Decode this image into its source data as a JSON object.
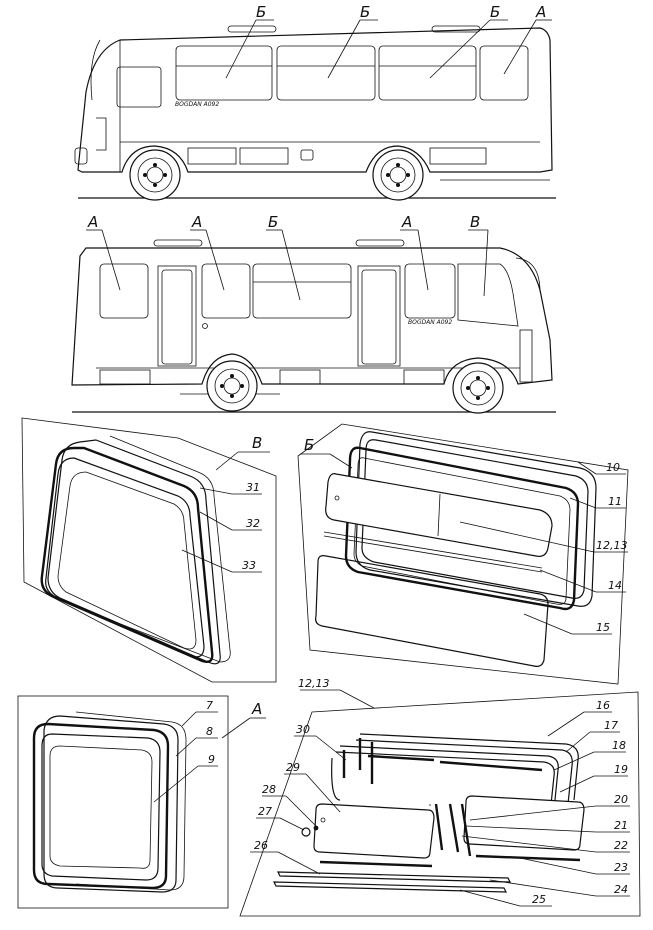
{
  "letters": {
    "a": "А",
    "b": "Б",
    "v": "В"
  },
  "groups": {
    "b_title": "Б",
    "v_title": "В",
    "a_title": "А",
    "group_1213_title": "12,13"
  },
  "parts": {
    "p7": "7",
    "p8": "8",
    "p9": "9",
    "p10": "10",
    "p11": "11",
    "p1213": "12,13",
    "p14": "14",
    "p15": "15",
    "p16": "16",
    "p17": "17",
    "p18": "18",
    "p19": "19",
    "p20": "20",
    "p21": "21",
    "p22": "22",
    "p23": "23",
    "p24": "24",
    "p25": "25",
    "p26": "26",
    "p27": "27",
    "p28": "28",
    "p29": "29",
    "p30": "30",
    "p31": "31",
    "p32": "32",
    "p33": "33"
  }
}
